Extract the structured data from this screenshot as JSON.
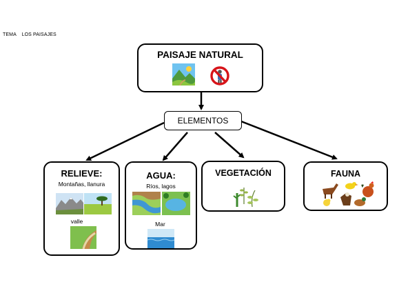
{
  "topic_label": "TEMA    LOS PAISAJES",
  "root": {
    "title": "PAISAJE NATURAL",
    "icons": [
      "landscape-picture-icon",
      "no-people-icon"
    ]
  },
  "elements_label": "ELEMENTOS",
  "categories": {
    "relieve": {
      "title": "RELIEVE:",
      "subtitle": "Montañas, llanura",
      "extra": "valle",
      "icons": [
        "mountains-picture-icon",
        "plain-picture-icon",
        "valley-picture-icon"
      ]
    },
    "agua": {
      "title": "AGUA:",
      "subtitle": "Ríos, lagos",
      "extra": "Mar",
      "icons": [
        "river-picture-icon",
        "lake-picture-icon",
        "sea-picture-icon"
      ]
    },
    "vegetacion": {
      "title": "VEGETACIÓN",
      "icons": [
        "plants-picture-icon"
      ]
    },
    "fauna": {
      "title": "FAUNA",
      "icons": [
        "animals-picture-icon"
      ]
    }
  },
  "colors": {
    "line": "#000000",
    "box_bg": "#ffffff"
  }
}
